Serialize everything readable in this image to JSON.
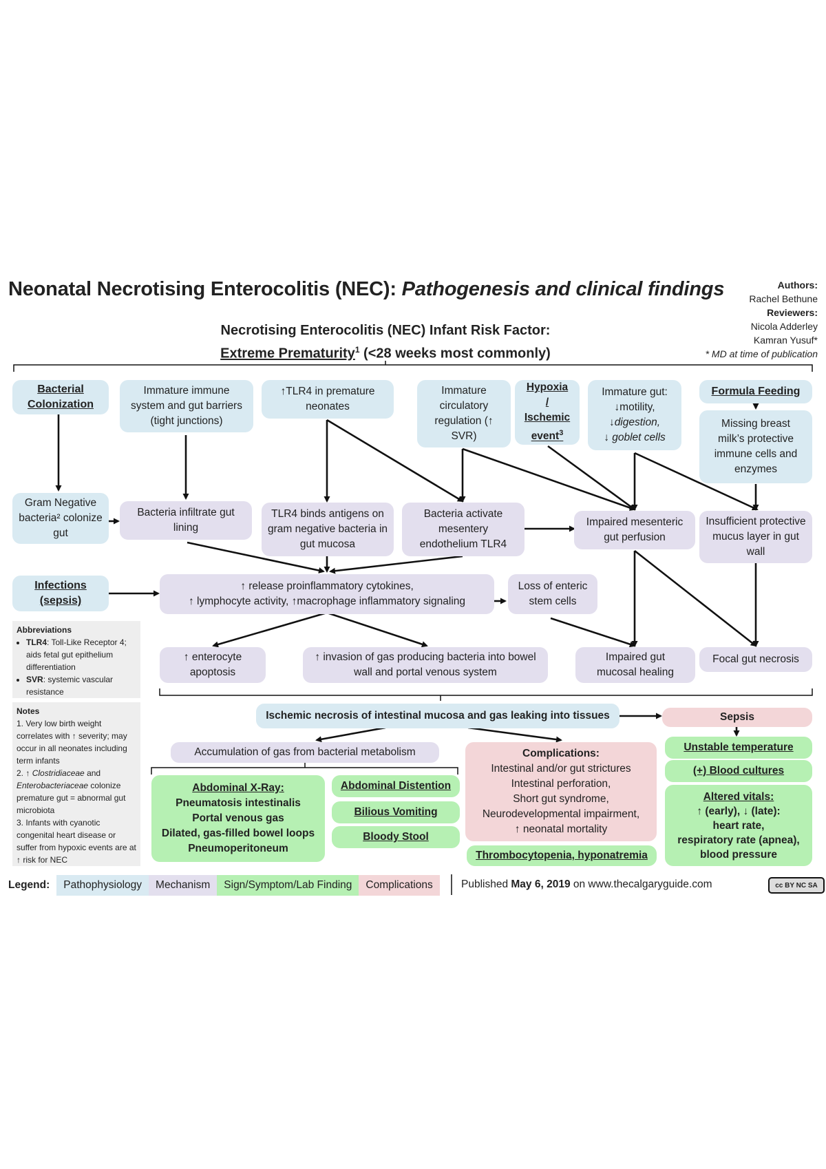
{
  "title": {
    "main": "Neonatal Necrotising Enterocolitis (NEC): ",
    "italic": "Pathogenesis and clinical findings"
  },
  "credits": {
    "authors_label": "Authors:",
    "author1": "Rachel Bethune",
    "reviewers_label": "Reviewers:",
    "reviewer1": "Nicola Adderley",
    "reviewer2": "Kamran Yusuf*",
    "note": "* MD at time of publication"
  },
  "risk_factor": {
    "line1": "Necrotising Enterocolitis (NEC) Infant Risk Factor:",
    "line2_underlined": "Extreme Prematurity",
    "line2_sup": "1",
    "line2_rest": " (<28 weeks most commonly)"
  },
  "nodes": {
    "bacterial_colonization": "Bacterial Colonization",
    "immature_immune": "Immature immune system and gut barriers (tight junctions)",
    "tlr4": "↑TLR4 in premature neonates",
    "immature_circ": "Immature circulatory regulation (↑ SVR)",
    "hypoxia": "Hypoxia / Ischemic event",
    "hypoxia_sup": "3",
    "immature_gut_1": "Immature gut:",
    "immature_gut_2": "↓motility,",
    "immature_gut_3": "↓digestion,",
    "immature_gut_4": "↓ goblet cells",
    "formula_feeding": "Formula Feeding",
    "missing_milk": "Missing breast milk’s protective immune cells and enzymes",
    "gram_neg": "Gram Negative bacteria² colonize gut",
    "bact_infiltrate": "Bacteria infiltrate gut lining",
    "tlr4_binds": "TLR4 binds antigens on gram negative bacteria in gut mucosa",
    "bact_activate": "Bacteria activate mesentery endothelium TLR4",
    "impaired_perfusion": "Impaired mesenteric gut perfusion",
    "insufficient_mucus": "Insufficient protective mucus layer in gut wall",
    "infections": "Infections (sepsis)",
    "cytokines_1": "↑ release proinflammatory cytokines,",
    "cytokines_2": "↑ lymphocyte activity, ↑macrophage inflammatory signaling",
    "loss_stem": "Loss of enteric stem cells",
    "enterocyte": "↑ enterocyte apoptosis",
    "invasion": "↑ invasion of gas producing bacteria into bowel wall and portal venous system",
    "impaired_healing": "Impaired gut mucosal healing",
    "focal_necrosis": "Focal gut necrosis",
    "ischemic_necrosis": "Ischemic necrosis of intestinal mucosa and gas leaking into tissues",
    "sepsis": "Sepsis",
    "accumulation": "Accumulation of gas from bacterial metabolism",
    "complications_title": "Complications:",
    "complications_1": "Intestinal and/or gut strictures",
    "complications_2": "Intestinal perforation,",
    "complications_3": "Short gut syndrome,",
    "complications_4": "Neurodevelopmental impairment,",
    "complications_5": "↑ neonatal mortality",
    "unstable_temp": "Unstable temperature",
    "blood_cultures": "(+) Blood cultures",
    "xray_title": "Abdominal X-Ray:",
    "xray_1": "Pneumatosis intestinalis",
    "xray_2": "Portal venous gas",
    "xray_3": "Dilated, gas-filled bowel loops",
    "xray_4": "Pneumoperitoneum",
    "distention": "Abdominal Distention",
    "vomiting": "Bilious Vomiting",
    "stool": "Bloody Stool",
    "thrombo": "Thrombocytopenia, hyponatremia",
    "vitals_title": "Altered vitals:",
    "vitals_1": "↑ (early), ↓ (late):",
    "vitals_2": "heart rate,",
    "vitals_3": "respiratory rate (apnea),",
    "vitals_4": "blood pressure"
  },
  "abbreviations": {
    "title": "Abbreviations",
    "tlr4_term": "TLR4",
    "tlr4_def": ": Toll-Like Receptor 4; aids fetal gut epithelium differentiation",
    "svr_term": "SVR",
    "svr_def": ": systemic vascular resistance"
  },
  "notes": {
    "title": "Notes",
    "n1": "1. Very low birth weight correlates with ↑ severity; may occur in all neonates including term infants",
    "n2a": "2. ↑ ",
    "n2b": "Clostridiaceae",
    "n2c": " and ",
    "n2d": "Enterobacteriaceae",
    "n2e": " colonize premature gut = abnormal gut microbiota",
    "n3": "3. Infants with cyanotic congenital heart disease or suffer from hypoxic events are at ↑ risk for NEC"
  },
  "legend": {
    "label": "Legend:",
    "items": [
      "Pathophysiology",
      "Mechanism",
      "Sign/Symptom/Lab Finding",
      "Complications"
    ],
    "colors": [
      "#d9eaf2",
      "#e3dfee",
      "#b6f0b3",
      "#f3d6d8"
    ]
  },
  "footer": {
    "published_pre": "Published ",
    "published_date": "May 6, 2019",
    "published_post": " on www.thecalgaryguide.com",
    "license": "cc BY NC SA"
  }
}
